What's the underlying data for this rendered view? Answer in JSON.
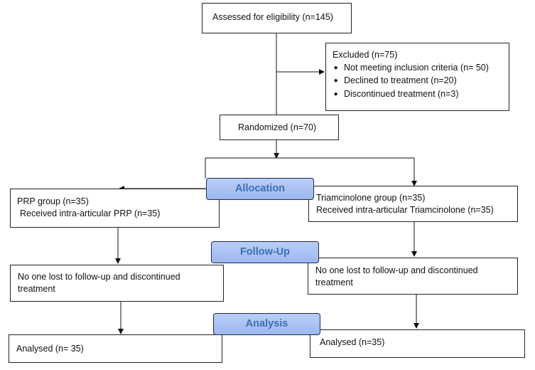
{
  "flowchart": {
    "assessed": "Assessed for eligibility (n=145)",
    "excluded": {
      "title": "Excluded (n=75)",
      "items": [
        "Not meeting inclusion criteria (n= 50)",
        "Declined to treatment (n=20)",
        "Discontinued treatment (n=3)"
      ]
    },
    "randomized": "Randomized (n=70)",
    "stages": {
      "allocation": "Allocation",
      "follow_up": "Follow-Up",
      "analysis": "Analysis"
    },
    "left_arm": {
      "group": "PRP group (n=35)",
      "received": "Received intra-articular PRP (n=35)",
      "follow_up": "No one lost to follow-up and discontinued treatment",
      "analysed": "Analysed (n= 35)"
    },
    "right_arm": {
      "group": "Triamcinolone group (n=35)",
      "received": "Received intra-articular Triamcinolone (n=35)",
      "follow_up": "No one lost to follow-up and discontinued treatment",
      "analysed": "Analysed (n=35)"
    }
  }
}
